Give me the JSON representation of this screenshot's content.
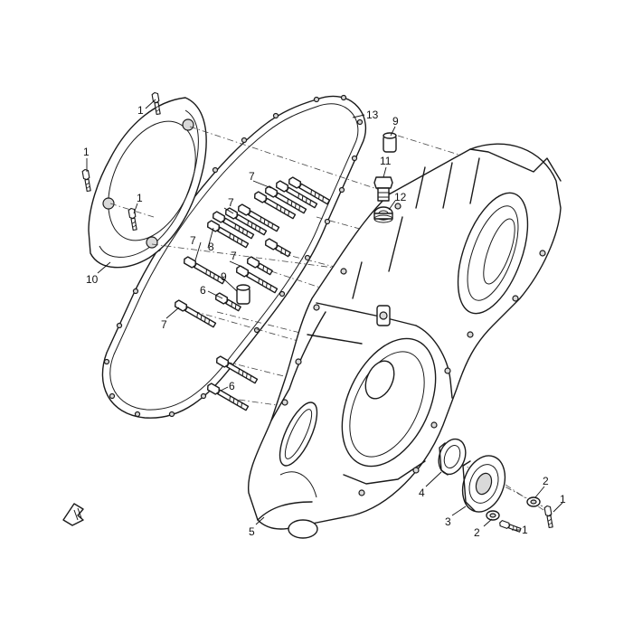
{
  "diagram": {
    "callouts": [
      {
        "id": "c1a",
        "text": "1"
      },
      {
        "id": "c1b",
        "text": "1"
      },
      {
        "id": "c1c",
        "text": "1"
      },
      {
        "id": "c10",
        "text": "10"
      },
      {
        "id": "c13",
        "text": "13"
      },
      {
        "id": "c9a",
        "text": "9"
      },
      {
        "id": "c11",
        "text": "11"
      },
      {
        "id": "c12",
        "text": "12"
      },
      {
        "id": "c7a",
        "text": "7"
      },
      {
        "id": "c7b",
        "text": "7"
      },
      {
        "id": "c8",
        "text": "8"
      },
      {
        "id": "c7c",
        "text": "7"
      },
      {
        "id": "c7d",
        "text": "7"
      },
      {
        "id": "c9b",
        "text": "9"
      },
      {
        "id": "c6a",
        "text": "6"
      },
      {
        "id": "c7e",
        "text": "7"
      },
      {
        "id": "c6b",
        "text": "6"
      },
      {
        "id": "c5",
        "text": "5"
      },
      {
        "id": "c4",
        "text": "4"
      },
      {
        "id": "c3",
        "text": "3"
      },
      {
        "id": "c2a",
        "text": "2"
      },
      {
        "id": "c1d",
        "text": "1"
      },
      {
        "id": "c2b",
        "text": "2"
      },
      {
        "id": "c1e",
        "text": "1"
      }
    ]
  }
}
